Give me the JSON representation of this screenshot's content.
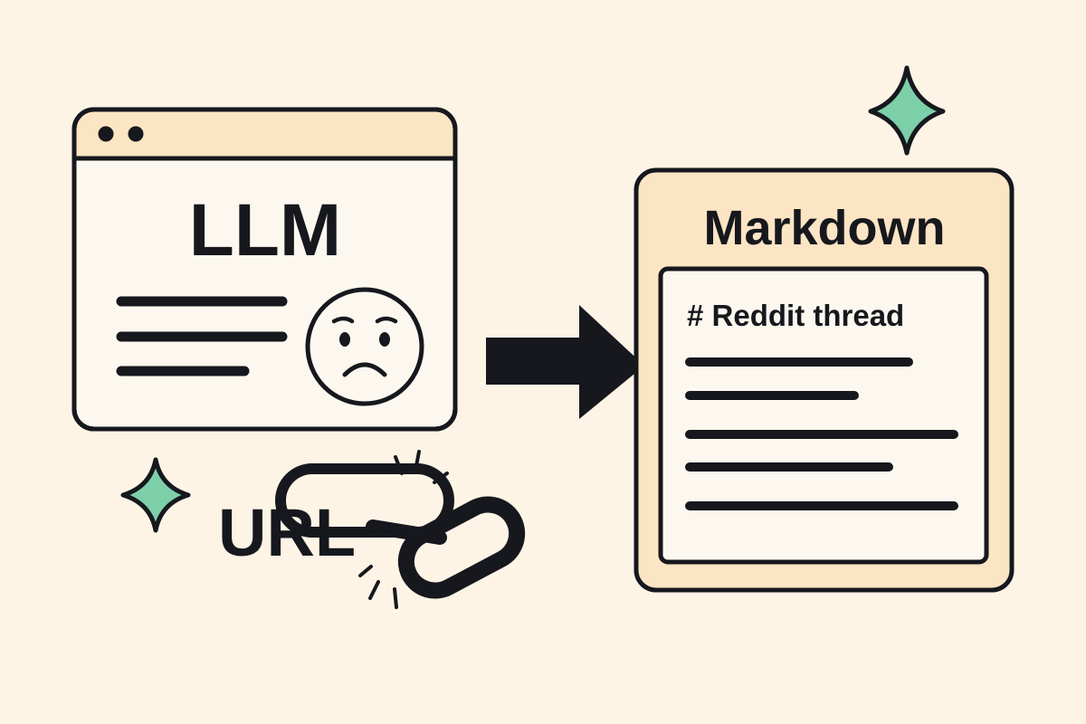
{
  "colors": {
    "background": "#FDF4E6",
    "ink": "#16181D",
    "panel_fill": "#FDF8EF",
    "header_fill": "#FBE5C4",
    "markdown_fill": "#FBE5C4",
    "sparkle": "#7DCFAA"
  },
  "llm_window": {
    "title": "LLM",
    "face": "sad-face-icon"
  },
  "url_label": "URL",
  "broken_link_icon": "broken-link-icon",
  "arrow_icon": "right-arrow-icon",
  "markdown_doc": {
    "title": "Markdown",
    "heading": "# Reddit thread"
  },
  "sparkles": [
    "sparkle-icon",
    "sparkle-icon"
  ]
}
